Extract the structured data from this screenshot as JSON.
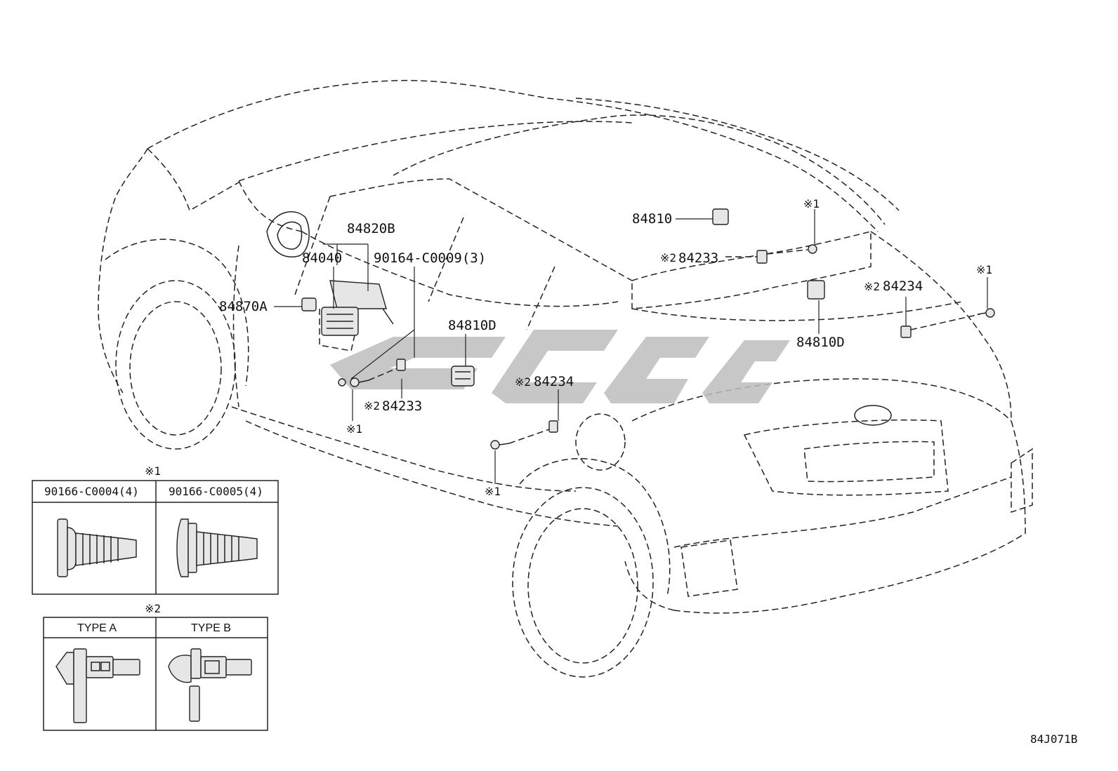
{
  "diagram": {
    "callouts": {
      "p84820B": "84820B",
      "p84040": "84040",
      "p90164": "90164-C0009(3)",
      "p84870A": "84870A",
      "p84810D_left": "84810D",
      "p84233_left": "84233",
      "p84234_mid": "84234",
      "p84810": "84810",
      "p84233_right": "84233",
      "p84234_right": "84234",
      "p84810D_right": "84810D"
    },
    "marks": {
      "note1": "※1",
      "note2": "※2"
    },
    "legend1": {
      "mark": "※1",
      "col1": "90166-C0004(4)",
      "col2": "90166-C0005(4)"
    },
    "legend2": {
      "mark": "※2",
      "col1": "TYPE A",
      "col2": "TYPE B"
    },
    "drawing_code": "84J071B"
  }
}
